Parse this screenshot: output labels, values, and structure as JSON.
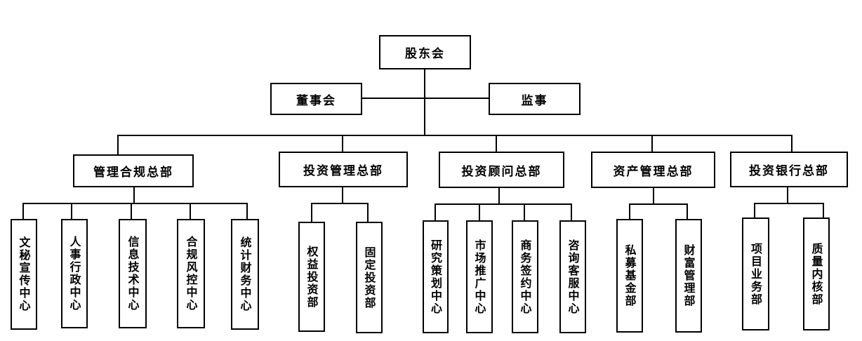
{
  "top": {
    "shareholders": "股东会",
    "board": "董事会",
    "supervisors": "监事"
  },
  "divisions": [
    {
      "title": "管理合规总部",
      "units": [
        "文秘宣传中心",
        "人事行政中心",
        "信息技术中心",
        "合规风控中心",
        "统计财务中心"
      ]
    },
    {
      "title": "投资管理总部",
      "units": [
        "权益投资部",
        "固定投资部"
      ]
    },
    {
      "title": "投资顾问总部",
      "units": [
        "研究策划中心",
        "市场推广中心",
        "商务签约中心",
        "咨询客服中心"
      ]
    },
    {
      "title": "资产管理总部",
      "units": [
        "私募基金部",
        "财富管理部"
      ]
    },
    {
      "title": "投资银行总部",
      "units": [
        "项目业务部",
        "质量内核部"
      ]
    }
  ]
}
